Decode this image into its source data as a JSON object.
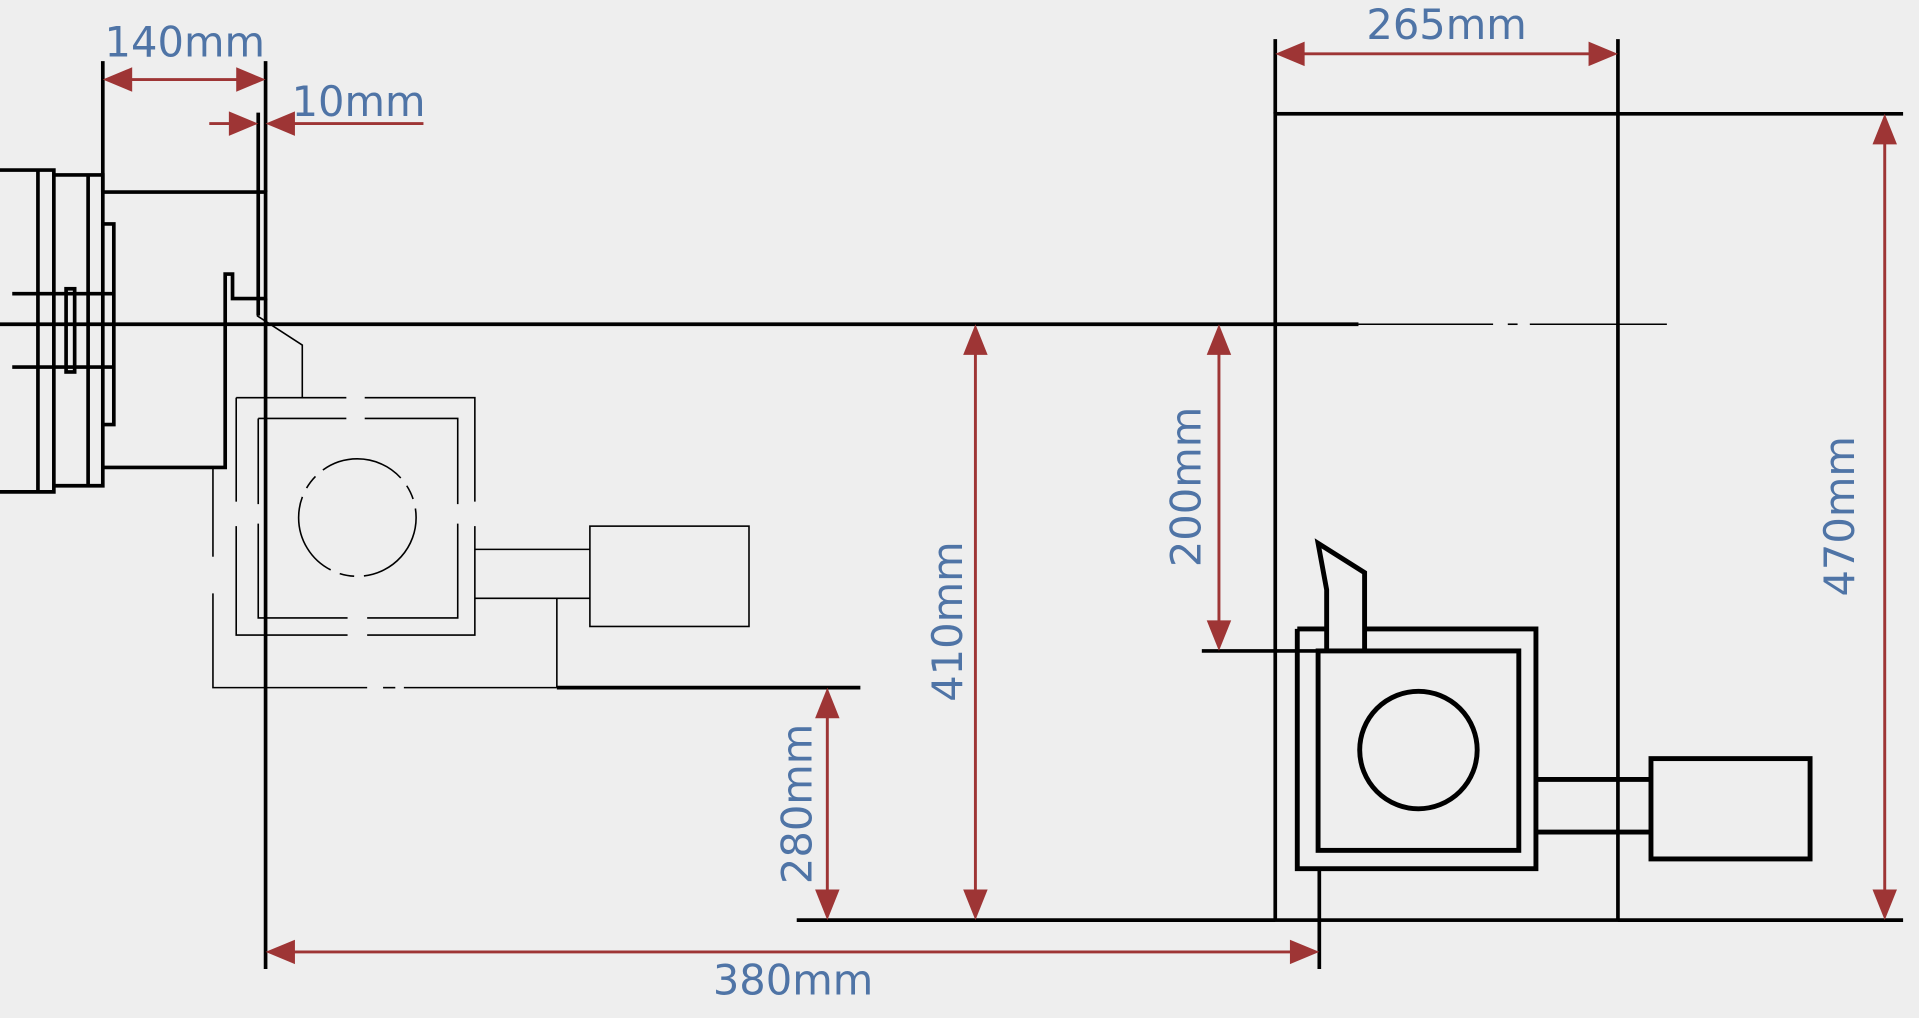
{
  "diagram": {
    "colors": {
      "background": "#eeeeee",
      "line": "#000000",
      "dimension": "#9e3535",
      "label": "#4f74a6"
    },
    "dimensions": {
      "d140": "140mm",
      "d10": "10mm",
      "d265": "265mm",
      "d410": "410mm",
      "d200": "200mm",
      "d470": "470mm",
      "d280": "280mm",
      "d380": "380mm"
    }
  }
}
